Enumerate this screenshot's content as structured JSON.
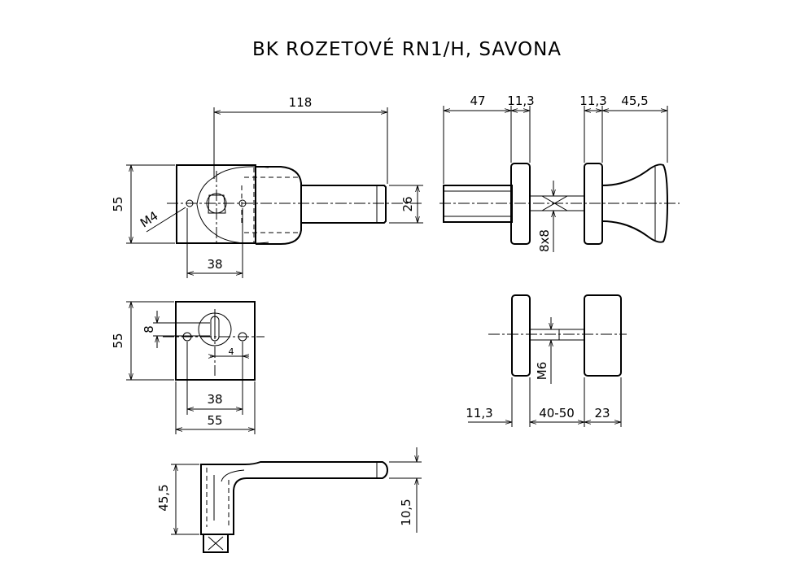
{
  "title": "BK ROZETOVÉ RN1/H, SAVONA",
  "dims": {
    "d118": "118",
    "d55a": "55",
    "d26": "26",
    "m4": "M4",
    "d38a": "38",
    "d47": "47",
    "d11_3a": "11,3",
    "d11_3b": "11,3",
    "d45_5": "45,5",
    "d8x8": "8x8",
    "d55b": "55",
    "d8": "8",
    "d4": "4",
    "d38b": "38",
    "d55c": "55",
    "m6": "M6",
    "d11_3c": "11,3",
    "d40_50": "40-50",
    "d23": "23",
    "d45_5b": "45,5",
    "d10_5": "10,5"
  }
}
